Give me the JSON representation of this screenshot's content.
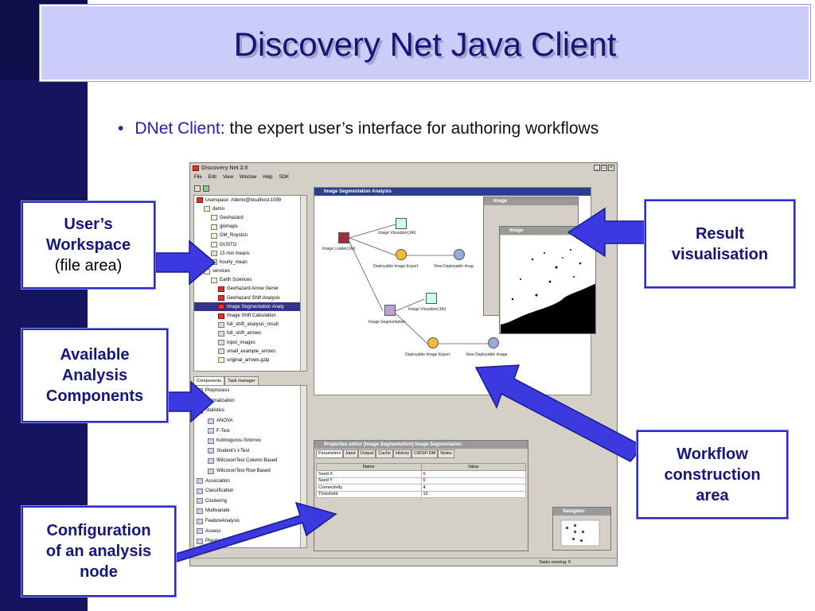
{
  "slide": {
    "title": "Discovery Net Java Client",
    "bullet_highlight": "DNet Client",
    "bullet_rest": ": the expert user’s interface for authoring workflows"
  },
  "callouts": {
    "workspace_line1": "User’s",
    "workspace_line2": "Workspace",
    "workspace_sub": "(file area)",
    "components_line1": "Available",
    "components_line2": "Analysis",
    "components_line3": "Components",
    "config_line1": "Configuration",
    "config_line2": "of an analysis",
    "config_line3": "node",
    "result_line1": "Result",
    "result_line2": "visualisation",
    "workflow_line1": "Workflow",
    "workflow_line2": "construction",
    "workflow_line3": "area"
  },
  "colors": {
    "sidebar": "#14155e",
    "title_box": "#ccccf8",
    "title_text": "#16167a",
    "arrow": "#3a3ae0",
    "accent": "#2222aa"
  },
  "app": {
    "title": "Discovery Net 2.0",
    "menu": [
      "File",
      "Edit",
      "View",
      "Window",
      "Help",
      "SDK"
    ],
    "workspace_tree": [
      {
        "label": "Userspace: //demo@localhost:1099",
        "icon": "red",
        "indent": 0
      },
      {
        "label": "demo",
        "icon": "folder",
        "indent": 1
      },
      {
        "label": "Geohazard",
        "icon": "folder",
        "indent": 2
      },
      {
        "label": "glomaps",
        "icon": "folder",
        "indent": 2
      },
      {
        "label": "GM_Royston",
        "icon": "folder",
        "indent": 2
      },
      {
        "label": "GUSTO",
        "icon": "folder",
        "indent": 2
      },
      {
        "label": "15 min means",
        "icon": "grid",
        "indent": 2
      },
      {
        "label": "hourly_mean",
        "icon": "grid",
        "indent": 2
      },
      {
        "label": "services",
        "icon": "folder",
        "indent": 1
      },
      {
        "label": "Earth Sciences",
        "icon": "folder",
        "indent": 2
      },
      {
        "label": "Geohazard Arrow Gener",
        "icon": "red",
        "indent": 3
      },
      {
        "label": "Geohazard Shift Analysis",
        "icon": "red",
        "indent": 3
      },
      {
        "label": "Image Segmentation Analy",
        "icon": "red",
        "indent": 3,
        "selected": true
      },
      {
        "label": "Image Shift Calculation",
        "icon": "red",
        "indent": 3
      },
      {
        "label": "full_shift_analysis_result",
        "icon": "grid",
        "indent": 3
      },
      {
        "label": "full_shift_arrows",
        "icon": "grid",
        "indent": 3
      },
      {
        "label": "input_images",
        "icon": "grid",
        "indent": 3
      },
      {
        "label": "small_example_arrows",
        "icon": "grid",
        "indent": 3
      },
      {
        "label": "original_arrows.gzip",
        "icon": "folder",
        "indent": 3
      }
    ],
    "component_tabs": [
      "Components",
      "Task manager"
    ],
    "components": [
      {
        "label": "Preprocess",
        "indent": 0
      },
      {
        "label": "Normalization",
        "indent": 0
      },
      {
        "label": "Statistics",
        "indent": 0
      },
      {
        "label": "ANOVA",
        "indent": 1
      },
      {
        "label": "F-Test",
        "indent": 1
      },
      {
        "label": "Kolmogorov-Smirnov",
        "indent": 1
      },
      {
        "label": "Student's t-Test",
        "indent": 1
      },
      {
        "label": "WilcoxonTest Column Based",
        "indent": 1
      },
      {
        "label": "WilcoxonTest Row Based",
        "indent": 1
      },
      {
        "label": "Association",
        "indent": 0
      },
      {
        "label": "Classification",
        "indent": 0
      },
      {
        "label": "Clustering",
        "indent": 0
      },
      {
        "label": "Multivariate",
        "indent": 0
      },
      {
        "label": "FeatureAnalysis",
        "indent": 0
      },
      {
        "label": "Assess",
        "indent": 0
      },
      {
        "label": "Plasma Pl",
        "indent": 0
      }
    ],
    "canvas_title": "Image Segmentation Analysis",
    "nodes": {
      "image_loader": "Image Loader(JAI)",
      "image_visualizer_1": "Image Visualizer(JAI)",
      "deployable_export_1": "Deployable Image Export",
      "view_deployable_1": "View Deployable Imag",
      "image_segmentation": "Image Segmentation",
      "image_visualizer_2": "Image Visualizer(JAI)",
      "deployable_export_2": "Deployable Image Export",
      "view_deployable_2": "View Deployable Image"
    },
    "image_window_title": "Image",
    "image_window_title_2": "Image",
    "properties": {
      "title": "Properties editor [Image Segmentation] Image Segmentation",
      "tabs": [
        "Parameters",
        "Input",
        "Output",
        "Cache",
        "History",
        "CRISP-DM",
        "Notes"
      ],
      "columns": [
        "Name",
        "Value"
      ],
      "rows": [
        {
          "name": "Seed X",
          "value": "0"
        },
        {
          "name": "Seed Y",
          "value": "0"
        },
        {
          "name": "Connectivity",
          "value": "4"
        },
        {
          "name": "Threshold",
          "value": "10"
        }
      ]
    },
    "navigator_title": "Navigator",
    "status_text": "Tasks running:  0"
  }
}
